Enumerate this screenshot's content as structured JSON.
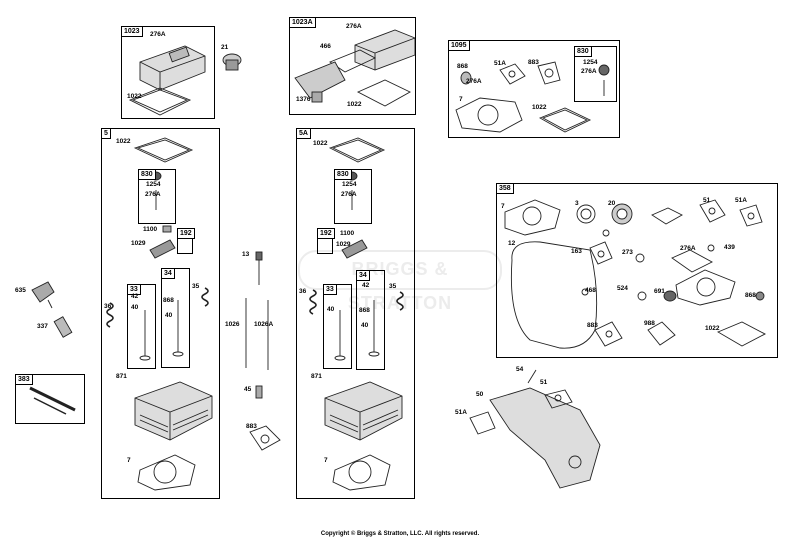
{
  "watermark": "BRIGGS & STRATTON",
  "copyright": "Copyright © Briggs & Stratton, LLC. All rights reserved.",
  "boxes": {
    "b1023": "1023",
    "b1023A": "1023A",
    "b1095": "1095",
    "b830a": "830",
    "b5": "5",
    "b830b": "830",
    "b192a": "192",
    "b34a": "34",
    "b33a": "33",
    "b5A": "5A",
    "b830c": "830",
    "b192b": "192",
    "b33b": "33",
    "b34b": "34",
    "b358": "358",
    "b383": "383"
  },
  "labels": {
    "l276A_1": "276A",
    "l21": "21",
    "l1022_1": "1022",
    "l276A_2": "276A",
    "l466": "466",
    "l1376": "1376",
    "l1022_2": "1022",
    "l868_1": "868",
    "l51A_1": "51A",
    "l883_1": "883",
    "l1254_1": "1254",
    "l276A_3": "276A",
    "l276A_4": "276A",
    "l7_1": "7",
    "l1022_3": "1022",
    "l1022_4": "1022",
    "l1254_2": "1254",
    "l276A_5": "276A",
    "l1100_1": "1100",
    "l1029_1": "1029",
    "l42_1": "42",
    "l40_1": "40",
    "l868_2": "868",
    "l40_2": "40",
    "l36_1": "36",
    "l35_1": "35",
    "l871_1": "871",
    "l7_2": "7",
    "l13": "13",
    "l1026": "1026",
    "l1026A": "1026A",
    "l45": "45",
    "l883_2": "883",
    "l1022_5": "1022",
    "l1254_3": "1254",
    "l276A_6": "276A",
    "l1100_2": "1100",
    "l1029_2": "1029",
    "l42_2": "42",
    "l40_3": "40",
    "l868_3": "868",
    "l40_4": "40",
    "l36_2": "36",
    "l35_2": "35",
    "l871_2": "871",
    "l7_3": "7",
    "l7_4": "7",
    "l3": "3",
    "l20": "20",
    "l51": "51",
    "l51A_2": "51A",
    "l12": "12",
    "l163": "163",
    "l273": "273",
    "l276A_7": "276A",
    "l439": "439",
    "l468": "468",
    "l524": "524",
    "l691": "691",
    "l868_4": "868",
    "l883_3": "883",
    "l988": "988",
    "l1022_6": "1022",
    "l635": "635",
    "l337": "337",
    "l54": "54",
    "l50": "50",
    "l51_2": "51",
    "l51A_3": "51A"
  }
}
